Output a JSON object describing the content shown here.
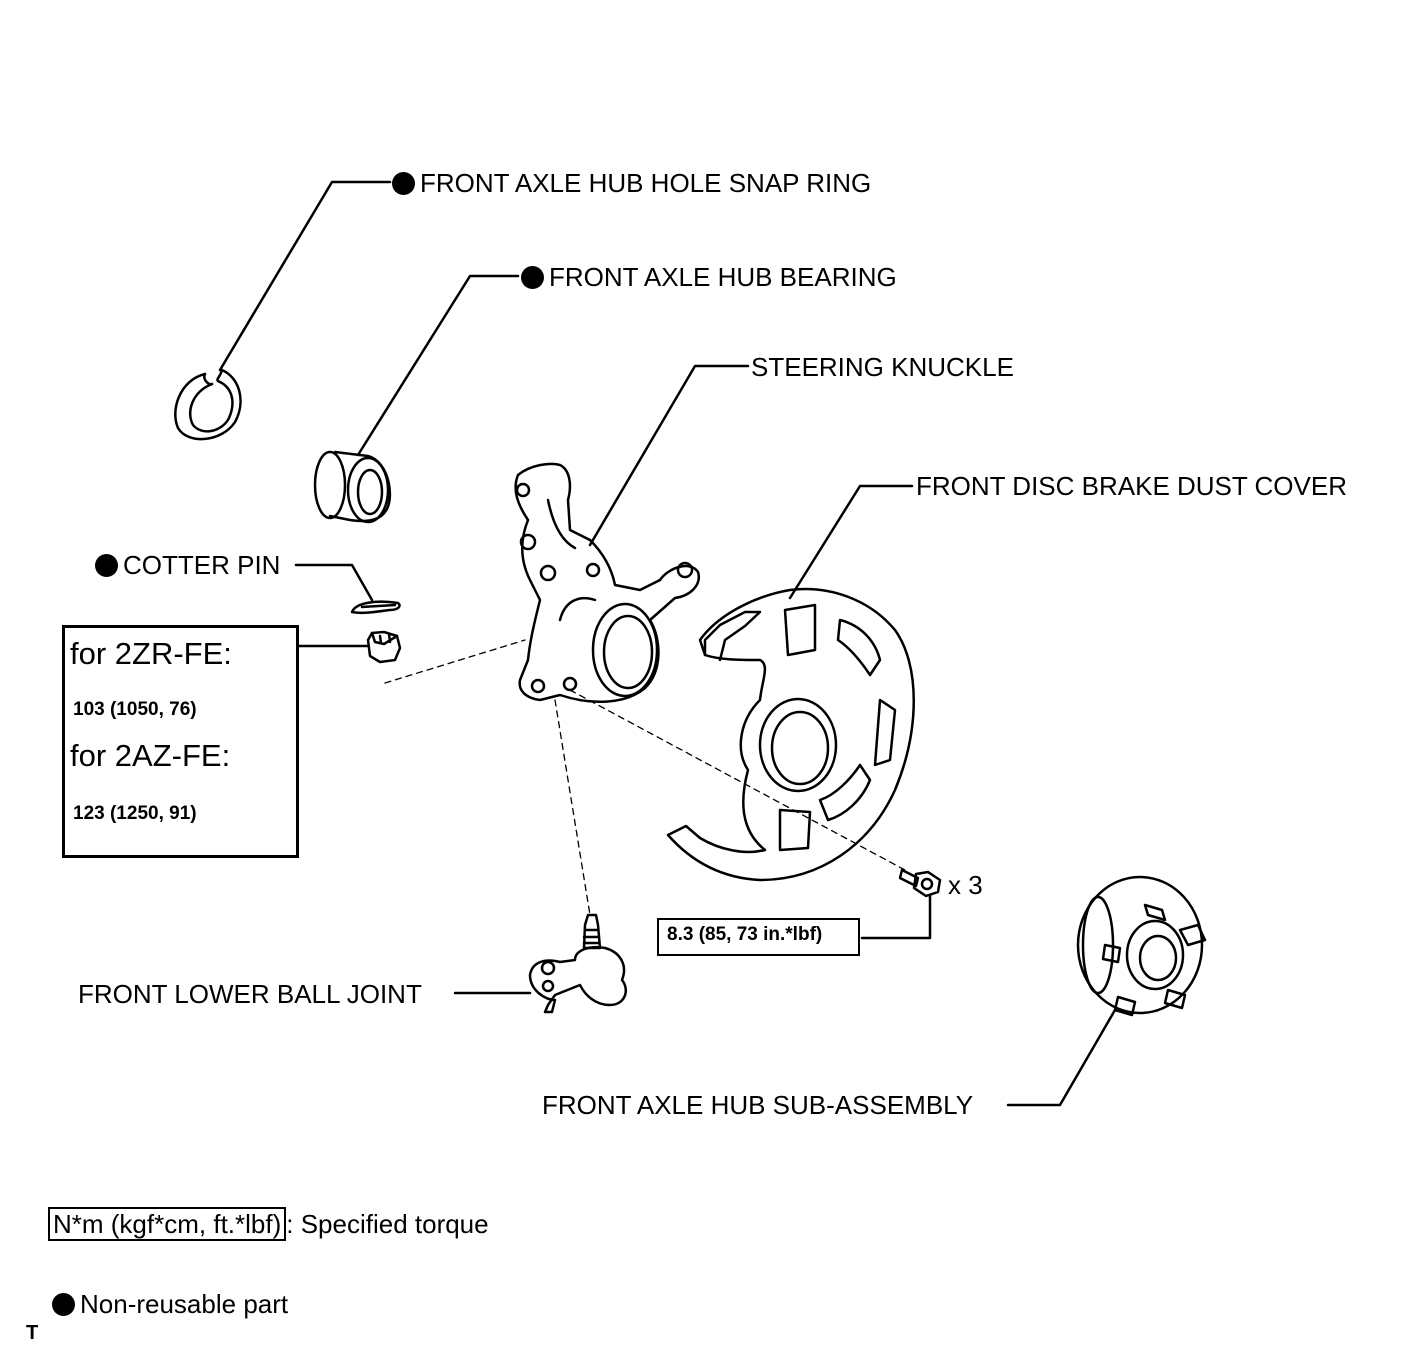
{
  "parts": {
    "snap_ring": "FRONT AXLE HUB HOLE SNAP RING",
    "hub_bearing": "FRONT AXLE HUB BEARING",
    "steering_knuckle": "STEERING KNUCKLE",
    "dust_cover": "FRONT DISC BRAKE DUST COVER",
    "cotter_pin": "COTTER PIN",
    "ball_joint": "FRONT LOWER BALL JOINT",
    "hub_sub_assembly": "FRONT AXLE HUB SUB-ASSEMBLY"
  },
  "torque_box": {
    "engine1": "for 2ZR-FE:",
    "value1": "103 (1050, 76)",
    "engine2": "for 2AZ-FE:",
    "value2": "123 (1250, 91)"
  },
  "bolt": {
    "quantity": "x 3",
    "torque": "8.3 (85, 73 in.*lbf)"
  },
  "legend": {
    "torque_unit": "N*m (kgf*cm, ft.*lbf)",
    "torque_desc": ": Specified torque",
    "nonreusable": "Non-reusable part"
  },
  "corner_mark": "T",
  "colors": {
    "ink": "#000000",
    "paper": "#ffffff"
  }
}
